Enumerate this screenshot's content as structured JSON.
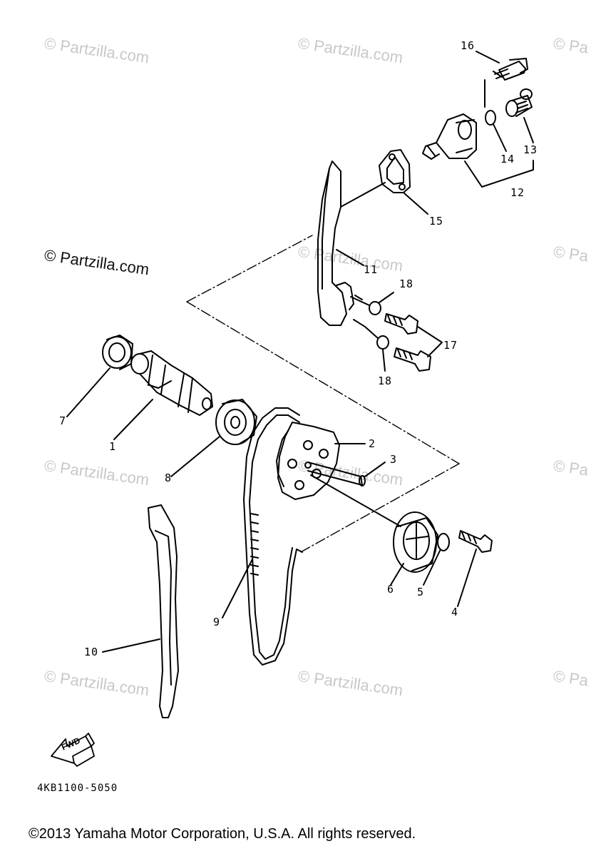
{
  "watermarks": {
    "small": "© Partzilla.com",
    "small_partial": "© Pa",
    "main": "© Partzilla.com"
  },
  "callouts": {
    "c1": "1",
    "c2": "2",
    "c3": "3",
    "c4": "4",
    "c5": "5",
    "c6": "6",
    "c7": "7",
    "c8": "8",
    "c9": "9",
    "c10": "10",
    "c11": "11",
    "c12": "12",
    "c13": "13",
    "c14": "14",
    "c15": "15",
    "c16": "16",
    "c17": "17",
    "c18a": "18",
    "c18b": "18"
  },
  "fwd_label": "FWD",
  "part_number": "4KB1100-5050",
  "copyright": "©2013 Yamaha Motor Corporation, U.S.A. All rights reserved."
}
